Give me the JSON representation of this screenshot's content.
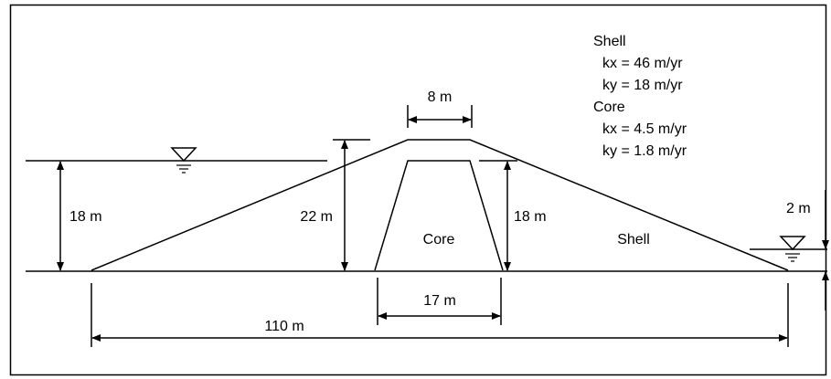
{
  "properties": {
    "shell_heading": "Shell",
    "shell_kx": "kx = 46 m/yr",
    "shell_ky": "ky = 18 m/yr",
    "core_heading": "Core",
    "core_kx": "kx = 4.5 m/yr",
    "core_ky": "ky = 1.8 m/yr"
  },
  "dimensions": {
    "crest_width": "8 m",
    "upstream_water_depth": "18 m",
    "dam_height": "22 m",
    "core_height": "18 m",
    "downstream_water_depth": "2 m",
    "core_base_width": "17 m",
    "base_length": "110 m"
  },
  "zones": {
    "core_label": "Core",
    "shell_label": "Shell"
  },
  "icons": {
    "water_level": "water-level-triangle-icon"
  }
}
